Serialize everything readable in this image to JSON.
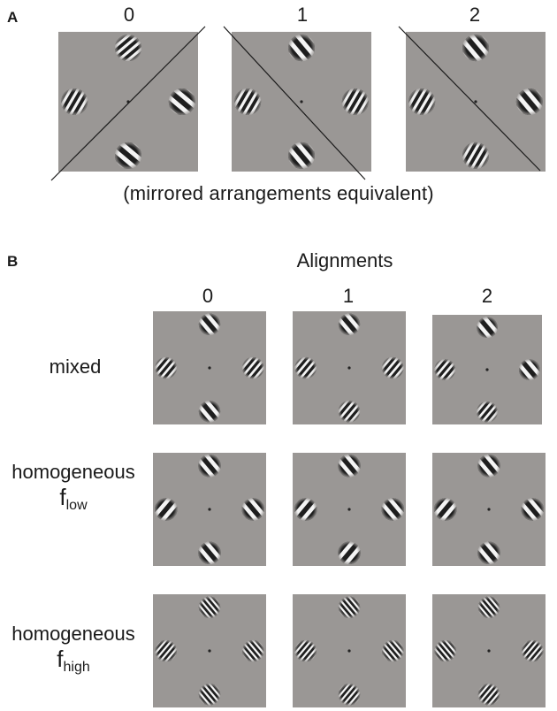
{
  "panel_a": {
    "letter": "A",
    "alignment_labels": [
      "0",
      "1",
      "2"
    ],
    "caption": "(mirrored arrangements equivalent)"
  },
  "panel_b": {
    "letter": "B",
    "column_title": "Alignments",
    "alignment_labels": [
      "0",
      "1",
      "2"
    ],
    "rows": [
      {
        "label_line1": "mixed",
        "f_letter": "",
        "f_subscript": ""
      },
      {
        "label_line1": "homogeneous",
        "f_letter": "f",
        "f_subscript": "low"
      },
      {
        "label_line1": "homogeneous",
        "f_letter": "f",
        "f_subscript": "high"
      }
    ]
  },
  "colors": {
    "background_square": "#9a9795",
    "stripe_dark": "#1e1e1e",
    "stripe_light": "#f4f4f4",
    "line": "#1a1a1a"
  }
}
